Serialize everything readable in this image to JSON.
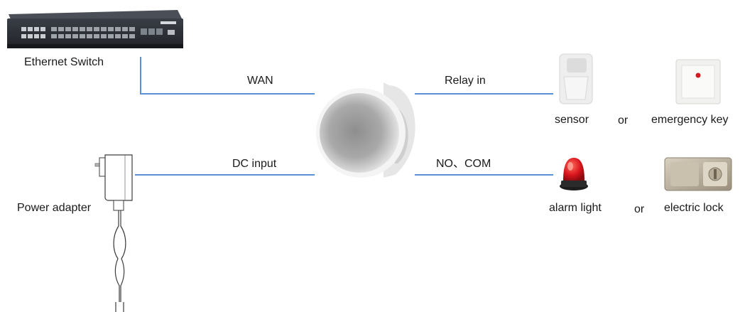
{
  "labels": {
    "switch": "Ethernet Switch",
    "wan": "WAN",
    "relay_in": "Relay in",
    "dc_input": "DC input",
    "no_com": "NO、COM",
    "sensor": "sensor",
    "or_top": "or",
    "emergency_key": "emergency key",
    "power_adapter": "Power adapter",
    "alarm_light": "alarm light",
    "or_bottom": "or",
    "electric_lock": "electric lock"
  },
  "colors": {
    "connector_line": "#5b8fd6",
    "switch_body": "#2a2d33",
    "alarm_red": "#d8141c"
  }
}
